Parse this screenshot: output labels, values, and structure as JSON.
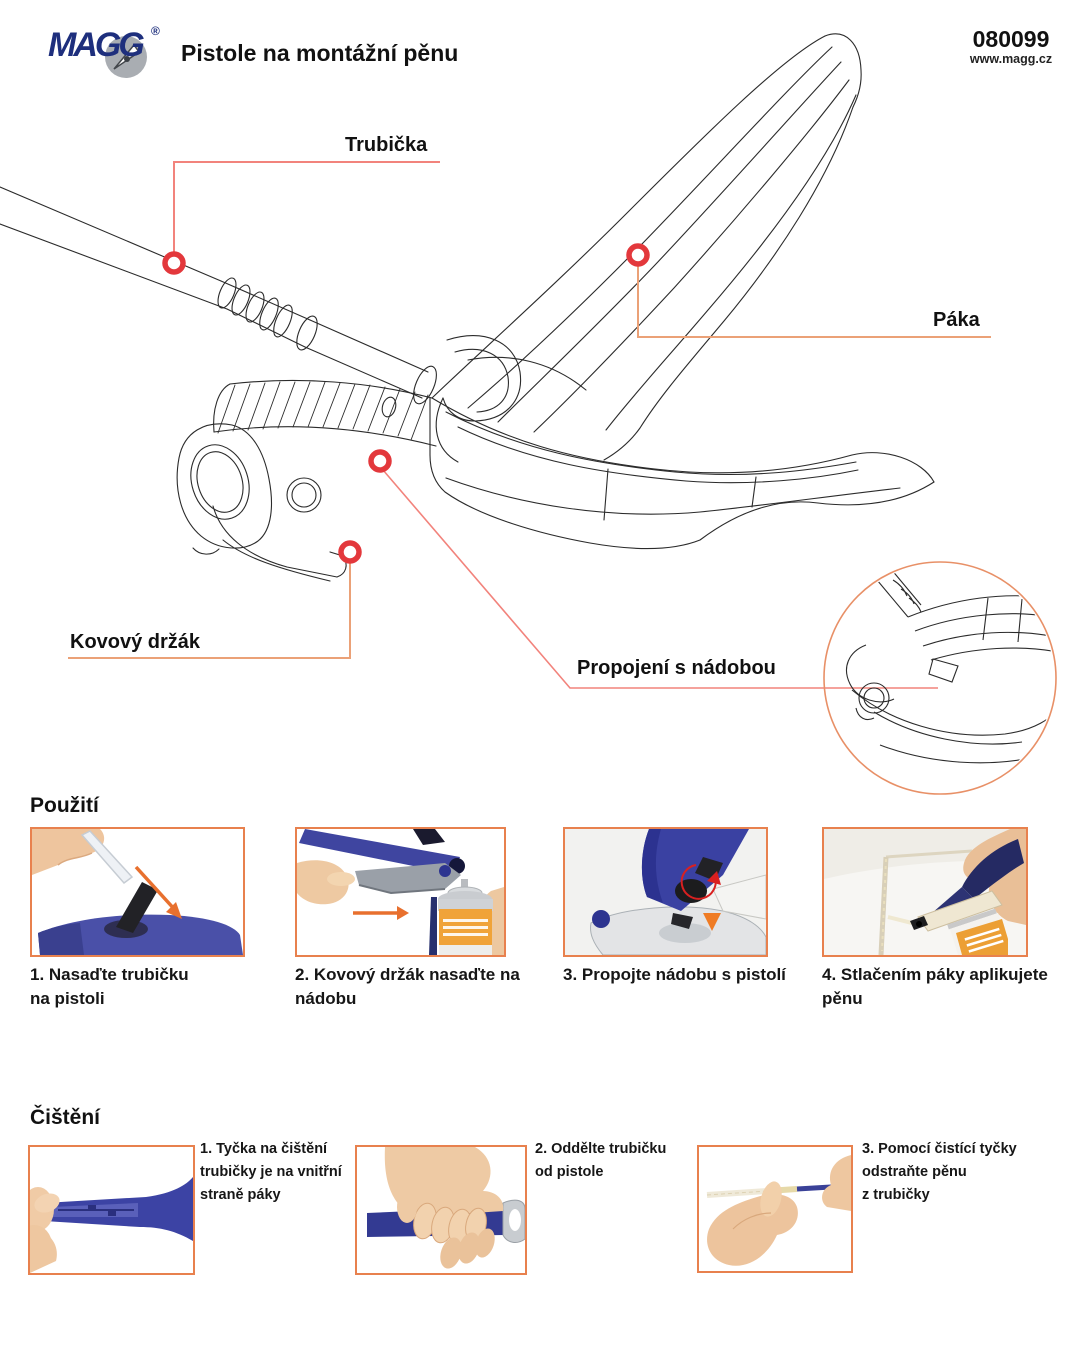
{
  "header": {
    "logo": "MAGG",
    "registered_mark": "®",
    "title": "Pistole na montážní pěnu",
    "product_code": "080099",
    "website": "www.magg.cz"
  },
  "diagram": {
    "labels": {
      "trubicka": "Trubička",
      "paka": "Páka",
      "kovovy_drzak": "Kovový držák",
      "propojeni_s_nadobou": "Propojení s nádobou"
    }
  },
  "usage": {
    "heading": "Použití",
    "steps": [
      {
        "caption": "1. Nasaďte trubičku\nna pistoli"
      },
      {
        "caption": "2. Kovový držák nasaďte na\nnádobu"
      },
      {
        "caption": "3. Propojte nádobu s pistolí"
      },
      {
        "caption": "4. Stlačením páky aplikujete\npěnu"
      }
    ]
  },
  "cleaning": {
    "heading": "Čištění",
    "steps": [
      {
        "caption": "1. Tyčka na čištění\ntrubičky je na vnitřní\nstraně páky"
      },
      {
        "caption": "2. Oddělte trubičku\nod pistole"
      },
      {
        "caption": "3. Pomocí čistící tyčky\nodstraňte pěnu\nz trubičky"
      }
    ]
  },
  "colors": {
    "logo_navy": "#1e2f7d",
    "leader_pink": "#f2837c",
    "leader_orange": "#eba177",
    "marker_red": "#e3383c",
    "photo_border": "#e8814e",
    "gun_blue": "#3c43a4",
    "can_orange": "#f0a339"
  }
}
